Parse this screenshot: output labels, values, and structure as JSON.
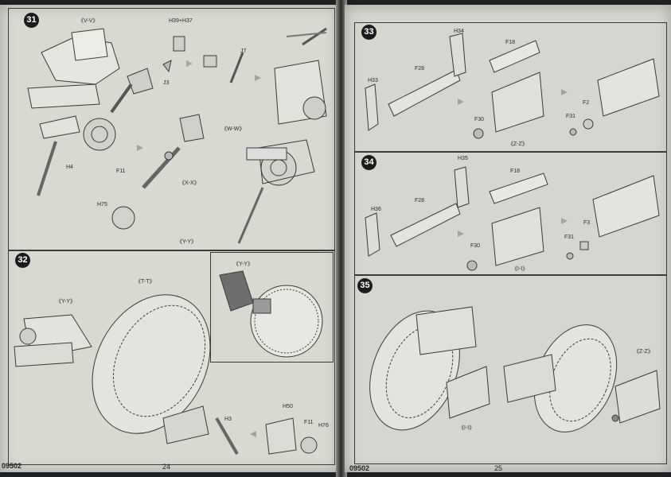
{
  "left_page": {
    "code": "09502",
    "page_number": "24",
    "steps": [
      {
        "number": "31",
        "labels": [
          "《V-V》",
          "H39+H37",
          "J3",
          "J7",
          "H4",
          "《W-W》",
          "《X-X》",
          "F11",
          "H75",
          "《Y-Y》"
        ]
      },
      {
        "number": "32",
        "labels": [
          "《T-T》",
          "《Y-Y》",
          "H3",
          "H50",
          "F11",
          "H76"
        ],
        "inset_label": "《Y-Y》"
      }
    ]
  },
  "right_page": {
    "code": "09502",
    "page_number": "25",
    "steps": [
      {
        "number": "33",
        "labels": [
          "H34",
          "F18",
          "F28",
          "H33",
          "F30",
          "F31",
          "F2",
          "《Z-Z》"
        ]
      },
      {
        "number": "34",
        "labels": [
          "H35",
          "F18",
          "F28",
          "H36",
          "F30",
          "F31",
          "F3",
          "《I-I》"
        ]
      },
      {
        "number": "35",
        "labels": [
          "《I-I》",
          "《Z-Z》"
        ]
      }
    ]
  },
  "colors": {
    "paper": "#d9d8d1",
    "ink": "#2a2a2a",
    "arrow": "#a3a3a3",
    "background": "#1f2023"
  }
}
